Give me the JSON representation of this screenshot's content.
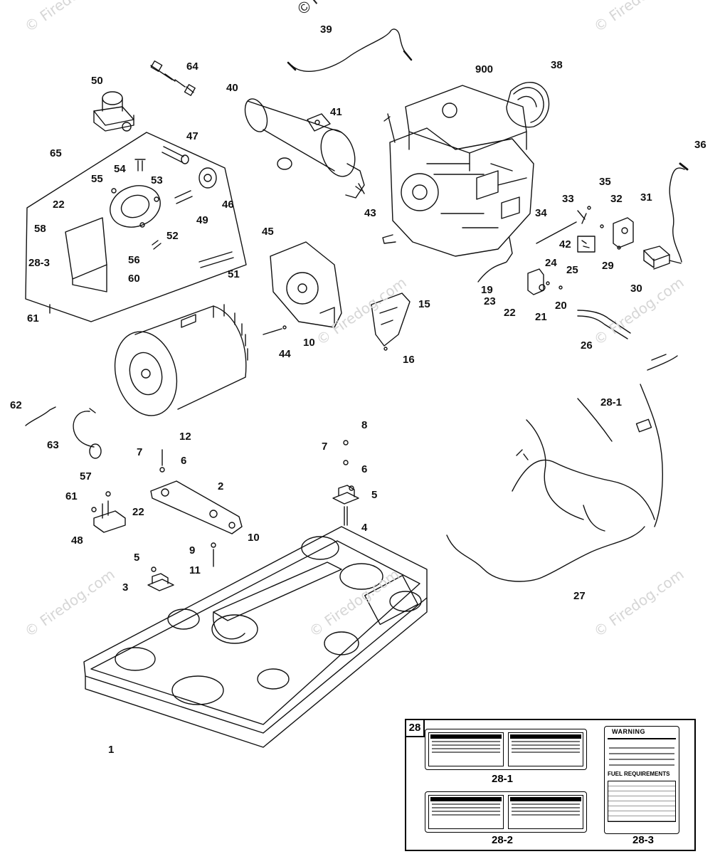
{
  "watermark": {
    "top": "© Fire",
    "repeat": "© Firedog.com"
  },
  "callouts": [
    {
      "id": "39"
    },
    {
      "id": "64"
    },
    {
      "id": "50"
    },
    {
      "id": "900"
    },
    {
      "id": "38"
    },
    {
      "id": "40"
    },
    {
      "id": "41"
    },
    {
      "id": "47"
    },
    {
      "id": "65"
    },
    {
      "id": "54"
    },
    {
      "id": "55"
    },
    {
      "id": "53"
    },
    {
      "id": "36"
    },
    {
      "id": "35"
    },
    {
      "id": "33"
    },
    {
      "id": "32"
    },
    {
      "id": "31"
    },
    {
      "id": "34"
    },
    {
      "id": "46"
    },
    {
      "id": "43"
    },
    {
      "id": "22"
    },
    {
      "id": "58"
    },
    {
      "id": "49"
    },
    {
      "id": "52"
    },
    {
      "id": "45"
    },
    {
      "id": "42"
    },
    {
      "id": "29"
    },
    {
      "id": "28-3"
    },
    {
      "id": "56"
    },
    {
      "id": "24"
    },
    {
      "id": "25"
    },
    {
      "id": "30"
    },
    {
      "id": "51"
    },
    {
      "id": "60"
    },
    {
      "id": "19"
    },
    {
      "id": "23"
    },
    {
      "id": "20"
    },
    {
      "id": "22"
    },
    {
      "id": "21"
    },
    {
      "id": "15"
    },
    {
      "id": "61"
    },
    {
      "id": "10"
    },
    {
      "id": "26"
    },
    {
      "id": "44"
    },
    {
      "id": "16"
    },
    {
      "id": "28-1"
    },
    {
      "id": "62"
    },
    {
      "id": "12"
    },
    {
      "id": "8"
    },
    {
      "id": "63"
    },
    {
      "id": "7"
    },
    {
      "id": "6"
    },
    {
      "id": "7"
    },
    {
      "id": "6"
    },
    {
      "id": "57"
    },
    {
      "id": "2"
    },
    {
      "id": "5"
    },
    {
      "id": "61"
    },
    {
      "id": "22"
    },
    {
      "id": "4"
    },
    {
      "id": "48"
    },
    {
      "id": "10"
    },
    {
      "id": "9"
    },
    {
      "id": "5"
    },
    {
      "id": "11"
    },
    {
      "id": "3"
    },
    {
      "id": "27"
    },
    {
      "id": "1"
    }
  ],
  "decal_kit": {
    "tag": "28",
    "labels": [
      "28-1",
      "28-2",
      "28-3"
    ],
    "warning_title": "WARNING",
    "fuel_requirements": "FUEL REQUIREMENTS"
  }
}
